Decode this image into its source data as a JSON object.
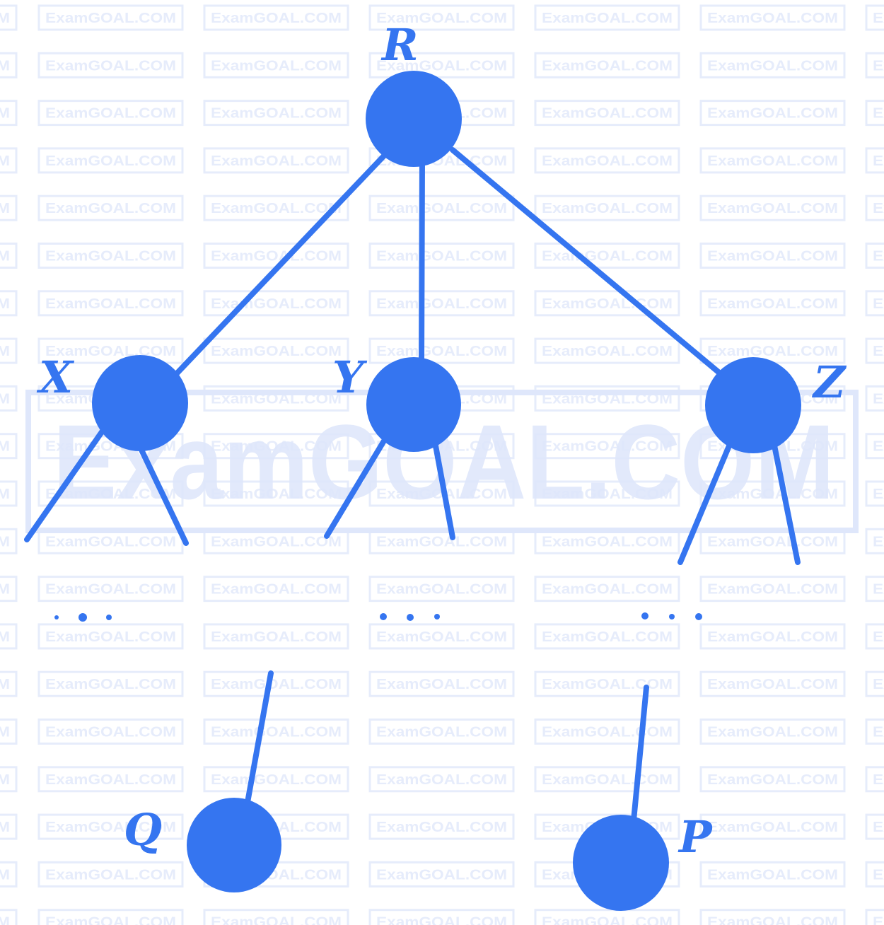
{
  "watermark": {
    "text": "ExamGOAL.COM",
    "color": "#e6ecfb"
  },
  "diagram": {
    "node_color": "#3575f0",
    "nodes": {
      "R": "R",
      "X": "X",
      "Y": "Y",
      "Z": "Z",
      "Q": "Q",
      "P": "P"
    }
  }
}
